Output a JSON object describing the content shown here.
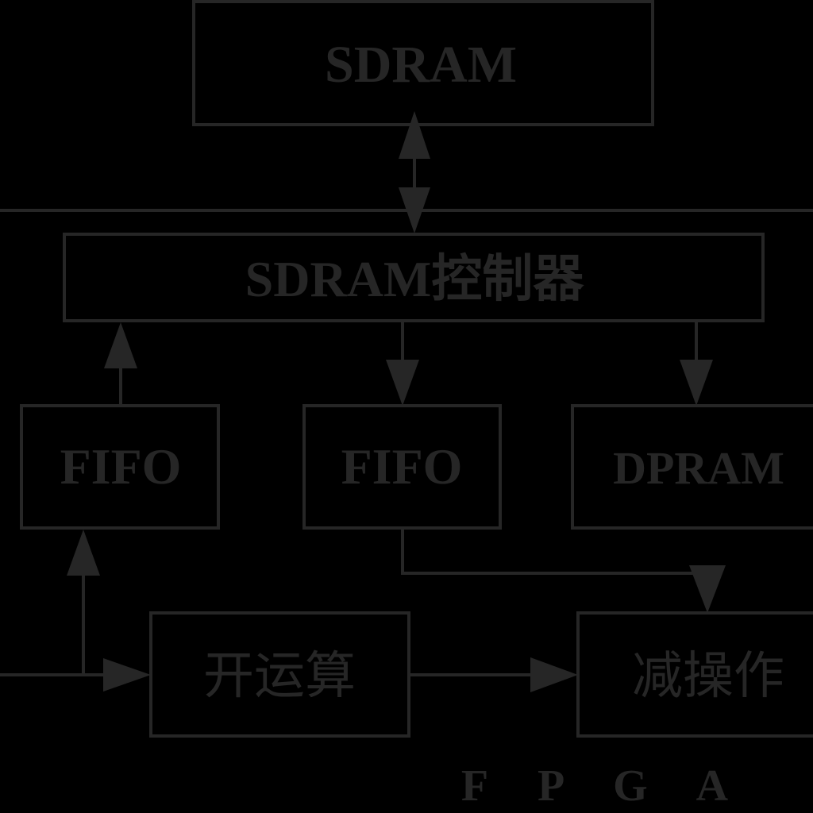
{
  "colors": {
    "background": "#000000",
    "foreground": "#262626"
  },
  "blocks": {
    "sdram": "SDRAM",
    "sdram_controller": "SDRAM控制器",
    "fifo_left": "FIFO",
    "fifo_mid": "FIFO",
    "dpram": "DPRAM",
    "opening": "开运算",
    "subtract": "减操作"
  },
  "fpga_label": "F P G A"
}
